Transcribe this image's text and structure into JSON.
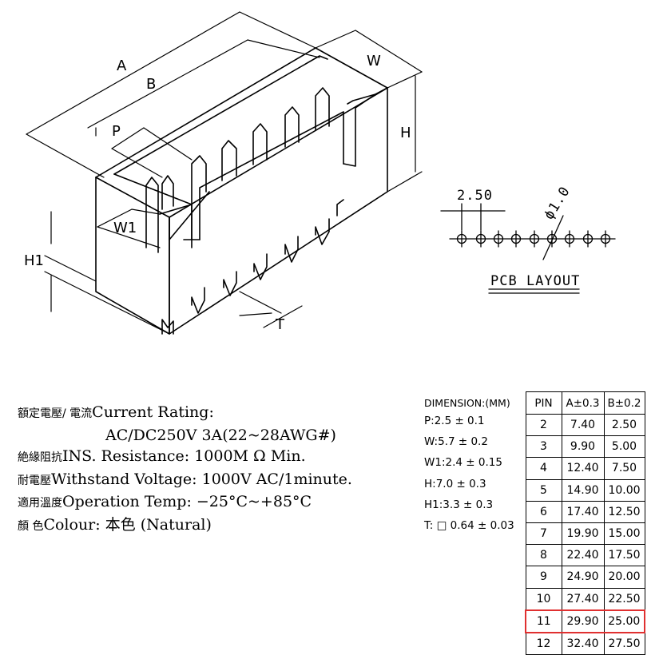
{
  "drawing": {
    "dimension_labels": [
      "A",
      "B",
      "P",
      "W",
      "H",
      "W1",
      "H1",
      "T"
    ],
    "pcb": {
      "pitch": "2.50",
      "hole": "ϕ1.0",
      "title": "PCB LAYOUT"
    }
  },
  "specs": [
    {
      "cjk": "額定電壓/ 電流",
      "text": "Current  Rating:"
    },
    {
      "cjk": "",
      "text": "AC/DC250V  3A(22~28AWG#)"
    },
    {
      "cjk": "絶緣阻抗",
      "text": "INS. Resistance: 1000M Ω Min."
    },
    {
      "cjk": "耐電壓",
      "text": "Withstand  Voltage:  1000V  AC/1minute."
    },
    {
      "cjk": "適用溫度",
      "text": "Operation  Temp: −25°C~+85°C"
    },
    {
      "cjk": "顏     色",
      "text": "Colour: 本色 (Natural)"
    }
  ],
  "dimensions": {
    "header": "DIMENSION:(MM)",
    "rows": [
      "P:2.5 ± 0.1",
      "W:5.7 ± 0.2",
      "W1:2.4 ± 0.15",
      "H:7.0 ± 0.3",
      "H1:3.3 ± 0.3",
      "T: □ 0.64 ± 0.03"
    ]
  },
  "pin_table": {
    "headers": [
      "PIN",
      "A±0.3",
      "B±0.2"
    ],
    "rows": [
      [
        "2",
        "7.40",
        "2.50"
      ],
      [
        "3",
        "9.90",
        "5.00"
      ],
      [
        "4",
        "12.40",
        "7.50"
      ],
      [
        "5",
        "14.90",
        "10.00"
      ],
      [
        "6",
        "17.40",
        "12.50"
      ],
      [
        "7",
        "19.90",
        "15.00"
      ],
      [
        "8",
        "22.40",
        "17.50"
      ],
      [
        "9",
        "24.90",
        "20.00"
      ],
      [
        "10",
        "27.40",
        "22.50"
      ],
      [
        "11",
        "29.90",
        "25.00"
      ],
      [
        "12",
        "32.40",
        "27.50"
      ]
    ],
    "highlight_pin": "11",
    "highlight_color": "#e03030"
  }
}
